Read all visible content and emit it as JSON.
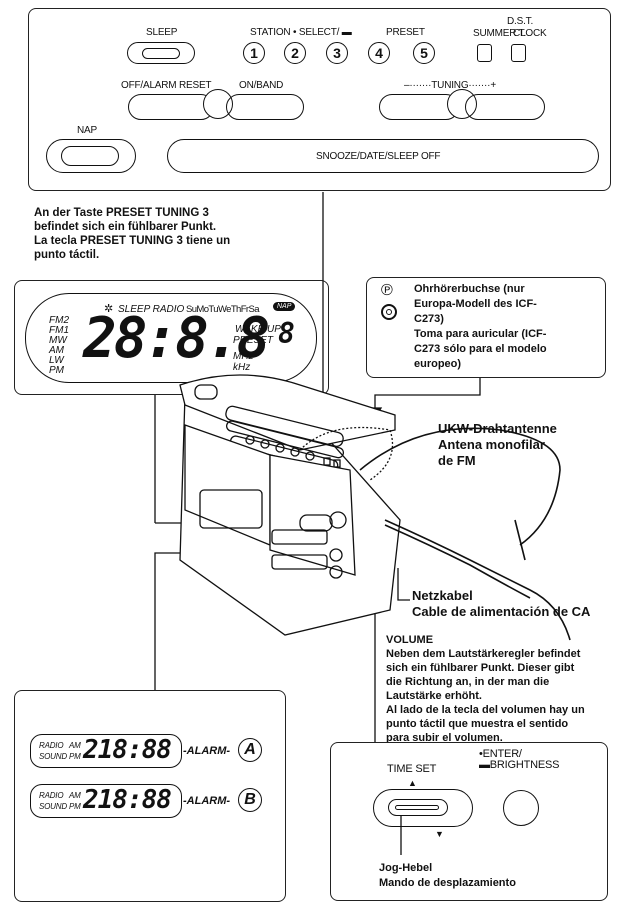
{
  "control_panel": {
    "sleep": "SLEEP",
    "station_select": "STATION • SELECT/ ▬",
    "preset": "PRESET",
    "dst": "D.S.T.",
    "summer_t": "SUMMER T.",
    "clock": "CLOCK",
    "preset_numbers": [
      "1",
      "2",
      "3",
      "4",
      "5"
    ],
    "off_alarm_reset": "OFF/ALARM RESET",
    "on_band": "ON/BAND",
    "tuning": "–·······TUNING·······+",
    "nap": "NAP",
    "snooze": "SNOOZE/DATE/SLEEP OFF"
  },
  "preset_note": {
    "line1": "An der Taste PRESET TUNING 3",
    "line2": "befindet sich ein fühlbarer Punkt.",
    "line3": "La tecla PRESET TUNING 3 tiene un",
    "line4": "punto táctil."
  },
  "display": {
    "bands": [
      "FM2",
      "FM1",
      "MW",
      "AM",
      "LW",
      "PM"
    ],
    "top_row": "SLEEP RADIO",
    "days": "SuMoTuWeThFrSa",
    "nap": "NAP",
    "digits": "28:8.8",
    "wake_up": "WAKE UP",
    "preset": "PRESET",
    "preset_digit": "8",
    "mhz": "MHz",
    "khz": "kHz"
  },
  "headphone_note": {
    "line1": "Ohrhörerbuchse (nur",
    "line2": "Europa-Modell des ICF-",
    "line3": "C273)",
    "line4": "Toma para auricular (ICF-",
    "line5": "C273 sólo para el modelo",
    "line6": "europeo)"
  },
  "antenna": {
    "line1": "UKW-Drahtantenne",
    "line2": "Antena monofilar",
    "line3": "de FM"
  },
  "power_cord": {
    "line1": "Netzkabel",
    "line2": "Cable de alimentación de CA"
  },
  "volume": {
    "title": "VOLUME",
    "line1": "Neben dem Lautstärkeregler befindet",
    "line2": "sich ein fühlbarer Punkt. Dieser gibt",
    "line3": "die Richtung an, in der man die",
    "line4": "Lautstärke erhöht.",
    "line5": "Al lado de la tecla del volumen hay un",
    "line6": "punto táctil que muestra el sentido",
    "line7": "para subir el volumen."
  },
  "alarm_display": {
    "radio": "RADIO",
    "sound": "SOUND",
    "am": "AM",
    "pm": "PM",
    "digits": "218:88",
    "alarm": "-ALARM-",
    "a": "A",
    "b": "B"
  },
  "jog_panel": {
    "time_set": "TIME SET",
    "enter": "•ENTER/",
    "brightness": "▬BRIGHTNESS",
    "line1": "Jog-Hebel",
    "line2": "Mando de desplazamiento"
  }
}
